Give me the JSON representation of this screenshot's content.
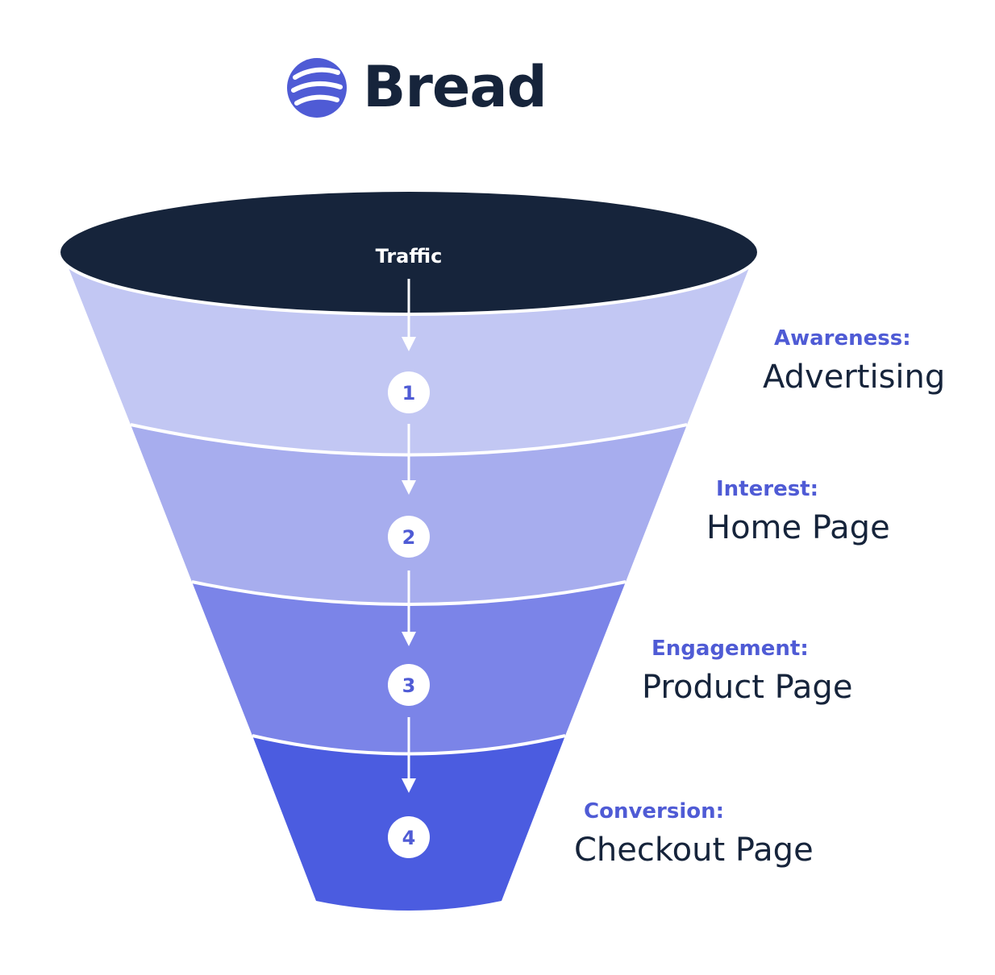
{
  "brand": {
    "name": "Bread",
    "logo_icon": "bread-logo-icon"
  },
  "funnel": {
    "top_label": "Traffic",
    "stages": [
      {
        "number": "1",
        "category": "Awareness:",
        "name": "Advertising",
        "color": "#c2c7f3"
      },
      {
        "number": "2",
        "category": "Interest:",
        "name": "Home Page",
        "color": "#a7adee"
      },
      {
        "number": "3",
        "category": "Engagement:",
        "name": "Product Page",
        "color": "#7b84e8"
      },
      {
        "number": "4",
        "category": "Conversion:",
        "name": "Checkout Page",
        "color": "#4b5ce0"
      }
    ]
  },
  "colors": {
    "dark": "#16243b",
    "accent": "#4f5bd5",
    "white": "#ffffff"
  }
}
